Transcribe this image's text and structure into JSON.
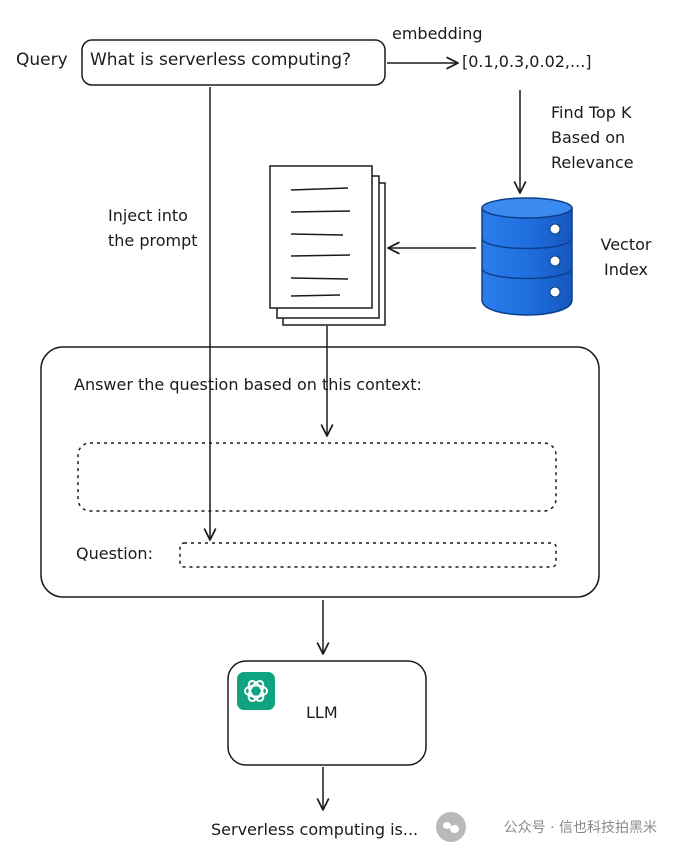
{
  "query": {
    "label": "Query",
    "text": "What is serverless computing?"
  },
  "embedding": {
    "label": "embedding",
    "vector": "[0.1,0.3,0.02,...]"
  },
  "retrieval": {
    "label": "Find Top K Based on Relevance"
  },
  "vector_index": {
    "label": "Vector Index",
    "color": "#1f6fe0"
  },
  "inject": {
    "label": "Inject into the prompt"
  },
  "prompt": {
    "instruction": "Answer the question based on this context:",
    "question_label": "Question:"
  },
  "llm": {
    "label": "LLM",
    "logo": "openai-logo-icon",
    "logo_color": "#10a37f"
  },
  "output": {
    "text": "Serverless computing is..."
  },
  "watermark": {
    "text": "公众号 · 信也科技拍黑米"
  }
}
